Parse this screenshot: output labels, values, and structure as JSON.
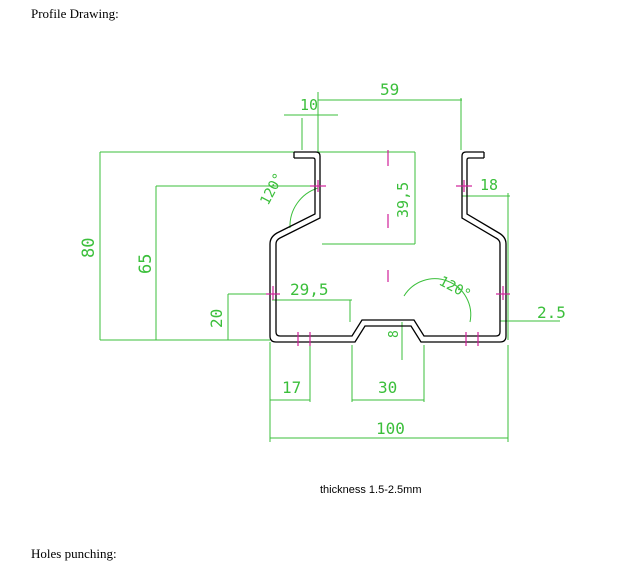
{
  "headings": {
    "profile": "Profile Drawing:",
    "holes": "Holes punching:"
  },
  "drawing": {
    "dims": {
      "d10": "10",
      "d59": "59",
      "d39_5": "39,5",
      "d18": "18",
      "d120_left": "120°",
      "d80": "80",
      "d65": "65",
      "d29_5": "29,5",
      "d120_right": "120°",
      "d2_5": "2.5",
      "d20": "20",
      "d8": "8",
      "d17": "17",
      "d30": "30",
      "d100": "100"
    },
    "note": "thickness 1.5-2.5mm",
    "colors": {
      "dimension": "#3bbf3b",
      "profile": "#000000",
      "center_mark": "#d0209a"
    }
  }
}
